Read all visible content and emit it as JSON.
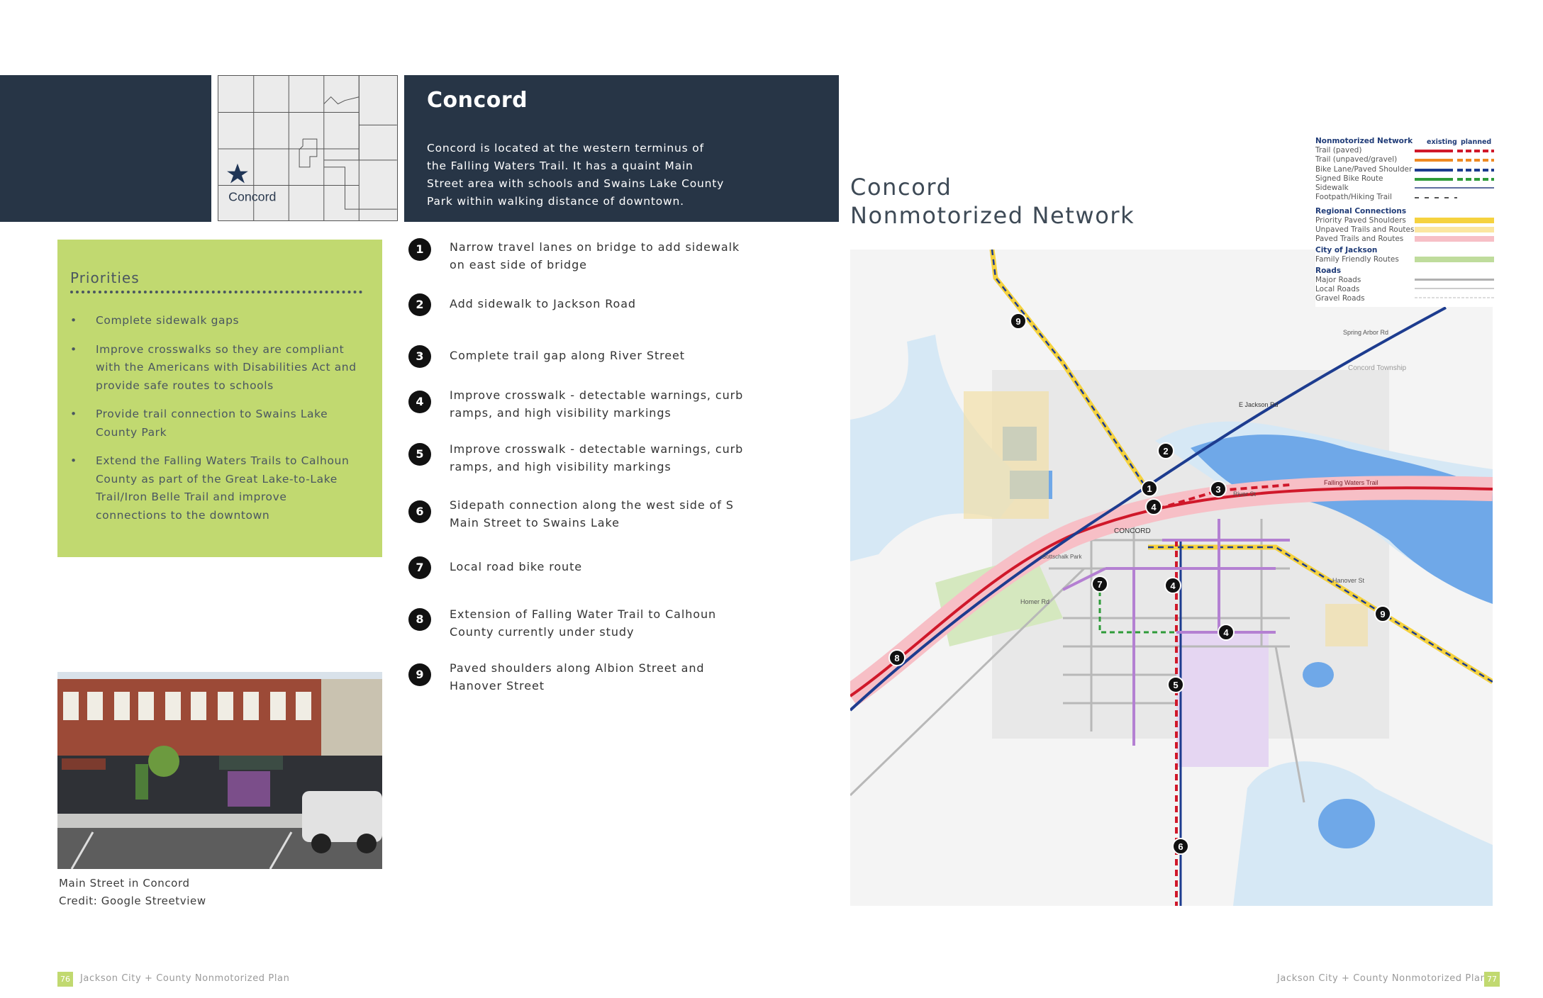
{
  "intro": {
    "title": "Concord",
    "text": "Concord is located at the western terminus of the Falling Waters Trail. It has a quaint Main Street area with schools and Swains Lake County Park within walking distance of downtown."
  },
  "locator": {
    "label": "Concord",
    "marker": "star-icon"
  },
  "priorities": {
    "title": "Priorities",
    "bullet": "•",
    "items": [
      "Complete sidewalk gaps",
      "Improve crosswalks so they are compliant with the Americans with Disabilities Act and provide safe routes to schools",
      "Provide trail connection to Swains Lake County Park",
      "Extend the Falling Waters Trails to Calhoun County as part of the Great Lake-to-Lake Trail/Iron Belle Trail and improve connections to the downtown"
    ]
  },
  "projects": [
    {
      "num": "1",
      "text": "Narrow travel lanes on bridge to add sidewalk on east side of bridge"
    },
    {
      "num": "2",
      "text": "Add sidewalk to Jackson Road"
    },
    {
      "num": "3",
      "text": "Complete trail gap along River Street"
    },
    {
      "num": "4",
      "text": "Improve crosswalk - detectable warnings, curb ramps, and high visibility markings"
    },
    {
      "num": "5",
      "text": "Improve crosswalk - detectable warnings, curb ramps, and high visibility markings"
    },
    {
      "num": "6",
      "text": "Sidepath connection along the west side of S Main Street to Swains Lake"
    },
    {
      "num": "7",
      "text": "Local road bike route"
    },
    {
      "num": "8",
      "text": "Extension of Falling Water Trail to Calhoun County currently under study"
    },
    {
      "num": "9",
      "text": "Paved shoulders along Albion Street and Hanover Street"
    }
  ],
  "photo": {
    "caption_line1": "Main Street in Concord",
    "caption_line2": "Credit: Google Streetview"
  },
  "footer": {
    "left_page": "76",
    "left_text": "Jackson City + County Nonmotorized Plan",
    "right_page": "77",
    "right_text": "Jackson City + County Nonmotorized Plan"
  },
  "map": {
    "title_line1": "Concord",
    "title_line2": "Nonmotorized Network",
    "labels": {
      "place": "CONCORD",
      "township": "Concord Township",
      "trail": "Falling Waters Trail",
      "river_st": "River St",
      "jackson_rd": "E Jackson Rd",
      "spring_arbor": "Spring Arbor Rd",
      "homer": "Homer Rd",
      "hanover": "Hanover St",
      "gottschalk": "Gottschalk Park"
    },
    "markers": [
      "1",
      "2",
      "3",
      "4",
      "4",
      "4",
      "5",
      "6",
      "7",
      "8",
      "9",
      "9"
    ],
    "colors": {
      "trail_paved": "#d0182a",
      "trail_unpaved": "#ef8a22",
      "bike_lane": "#1d3c8f",
      "signed_route": "#2e9b39",
      "sidewalk": "#3b6fc5",
      "priority_paved": "#f5d23f",
      "unpaved_regional": "#fbe6a0",
      "paved_regional": "#f7bfc6",
      "family_routes": "#bfdc9c",
      "water": "#6fa8e8"
    }
  },
  "legend": {
    "title": "Nonmotorized Network",
    "existing": "existing",
    "planned": "planned",
    "items": [
      {
        "label": "Trail (paved)",
        "color": "#d0182a"
      },
      {
        "label": "Trail (unpaved/gravel)",
        "color": "#ef8a22"
      },
      {
        "label": "Bike Lane/Paved Shoulder",
        "color": "#1d3c8f"
      },
      {
        "label": "Signed Bike Route",
        "color": "#2e9b39"
      },
      {
        "label": "Sidewalk",
        "color": "#5f6fa0"
      },
      {
        "label": "Footpath/Hiking Trail",
        "color": "#555555"
      }
    ],
    "regional_title": "Regional Connections",
    "regional_items": [
      {
        "label": "Priority Paved Shoulders",
        "color": "#f5d23f"
      },
      {
        "label": "Unpaved Trails and Routes",
        "color": "#fbe6a0"
      },
      {
        "label": "Paved Trails and Routes",
        "color": "#f7bfc6"
      }
    ],
    "city_title": "City of Jackson",
    "city_items": [
      {
        "label": "Family Friendly Routes",
        "color": "#bfdc9c"
      }
    ],
    "roads_title": "Roads",
    "road_items": [
      {
        "label": "Major Roads",
        "color": "#b0b0b0"
      },
      {
        "label": "Local Roads",
        "color": "#cccccc"
      },
      {
        "label": "Gravel Roads",
        "color": "#dddddd"
      }
    ]
  }
}
